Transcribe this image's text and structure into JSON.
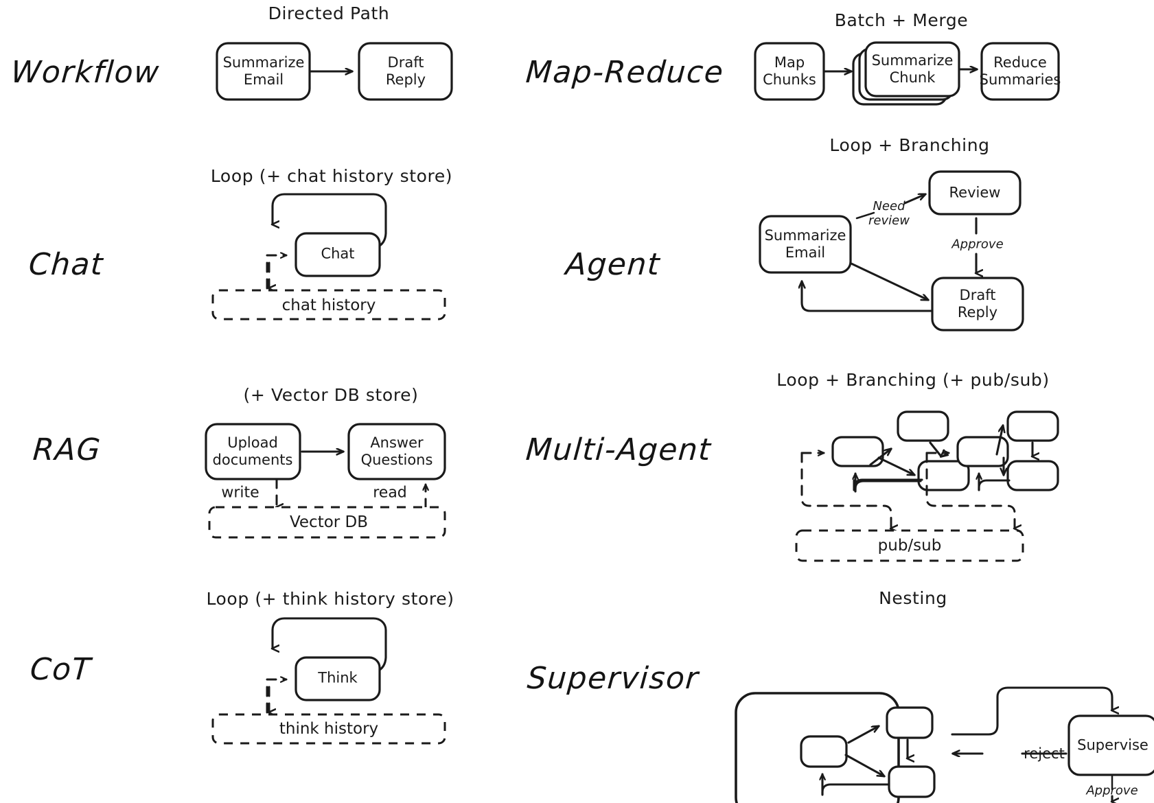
{
  "figure": {
    "title_present": false,
    "stroke_color": "#1a1a1a",
    "background_color": "#ffffff"
  },
  "rows": [
    {
      "id": "workflow",
      "label": "Workflow",
      "caption": "Directed Path",
      "nodes": [
        "Summarize\nEmail",
        "Draft\nReply"
      ],
      "edges": [
        "Summarize Email -> Draft Reply"
      ],
      "stores": []
    },
    {
      "id": "map-reduce",
      "label": "Map-Reduce",
      "caption": "Batch + Merge",
      "nodes": [
        "Map\nChunks",
        "Summarize\nChunk",
        "Reduce\nSummaries"
      ],
      "edges": [
        "Map Chunks -> Summarize Chunk",
        "Summarize Chunk -> Reduce Summaries"
      ],
      "stores": []
    },
    {
      "id": "chat",
      "label": "Chat",
      "caption": "Loop (+ chat history store)",
      "nodes": [
        "Chat"
      ],
      "edges": [
        "Chat -> Chat (self loop)",
        "chat history -> Chat",
        "Chat -> chat history"
      ],
      "stores": [
        "chat history"
      ]
    },
    {
      "id": "agent",
      "label": "Agent",
      "caption": "Loop + Branching",
      "nodes": [
        "Summarize\nEmail",
        "Review",
        "Draft\nReply"
      ],
      "edges": [
        "Summarize Email -> Review",
        "Review -> Draft Reply",
        "Summarize Email -> Draft Reply",
        "Draft Reply -> Summarize Email"
      ],
      "edge_labels": [
        "Need\nreview",
        "Approve"
      ],
      "stores": []
    },
    {
      "id": "rag",
      "label": "RAG",
      "caption": "(+ Vector DB store)",
      "nodes": [
        "Upload\ndocuments",
        "Answer\nQuestions"
      ],
      "edges": [
        "Upload documents -> Answer Questions",
        "Upload documents -> Vector DB",
        "Vector DB -> Answer Questions"
      ],
      "edge_labels": [
        "write",
        "read"
      ],
      "stores": [
        "Vector DB"
      ]
    },
    {
      "id": "multi-agent",
      "label": "Multi-Agent",
      "caption": "Loop + Branching (+ pub/sub)",
      "nodes": [],
      "edges": [
        "agent-group-1 -> pub/sub",
        "agent-group-2 -> pub/sub"
      ],
      "stores": [
        "pub/sub"
      ]
    },
    {
      "id": "cot",
      "label": "CoT",
      "caption": "Loop (+ think history store)",
      "nodes": [
        "Think"
      ],
      "edges": [
        "Think -> Think (self loop)",
        "think history -> Think",
        "Think -> think history"
      ],
      "stores": [
        "think history"
      ]
    },
    {
      "id": "supervisor",
      "label": "Supervisor",
      "caption": "Nesting",
      "nodes": [
        "Supervise"
      ],
      "edges": [
        "nested-group -> Supervise",
        "Supervise -> nested-group",
        "Supervise -> out"
      ],
      "edge_labels": [
        "reject",
        "Approve"
      ],
      "stores": []
    }
  ],
  "labels": {
    "workflow": "Workflow",
    "map_reduce": "Map-Reduce",
    "chat": "Chat",
    "agent": "Agent",
    "rag": "RAG",
    "multi_agent": "Multi-Agent",
    "cot": "CoT",
    "supervisor": "Supervisor"
  },
  "captions": {
    "directed_path": "Directed Path",
    "batch_merge": "Batch + Merge",
    "loop_chat_store": "Loop (+ chat history store)",
    "loop_branching": "Loop + Branching",
    "vector_db_store": "(+ Vector DB store)",
    "loop_branching_pubsub": "Loop + Branching (+ pub/sub)",
    "loop_think_store": "Loop (+ think history store)",
    "nesting": "Nesting"
  },
  "nodes": {
    "summarize_email": "Summarize\nEmail",
    "draft_reply": "Draft\nReply",
    "map_chunks": "Map\nChunks",
    "summarize_chunk": "Summarize\nChunk",
    "reduce_summaries": "Reduce\nSummaries",
    "chat": "Chat",
    "review": "Review",
    "agent_summarize_email": "Summarize\nEmail",
    "agent_draft_reply": "Draft\nReply",
    "upload_documents": "Upload\ndocuments",
    "answer_questions": "Answer\nQuestions",
    "think": "Think",
    "supervise": "Supervise"
  },
  "stores": {
    "chat_history": "chat history",
    "vector_db": "Vector DB",
    "pub_sub": "pub/sub",
    "think_history": "think history"
  },
  "edge_labels": {
    "need_review": "Need\nreview",
    "approve_agent": "Approve",
    "write": "write",
    "read": "read",
    "reject": "reject",
    "approve_supervisor": "Approve"
  }
}
